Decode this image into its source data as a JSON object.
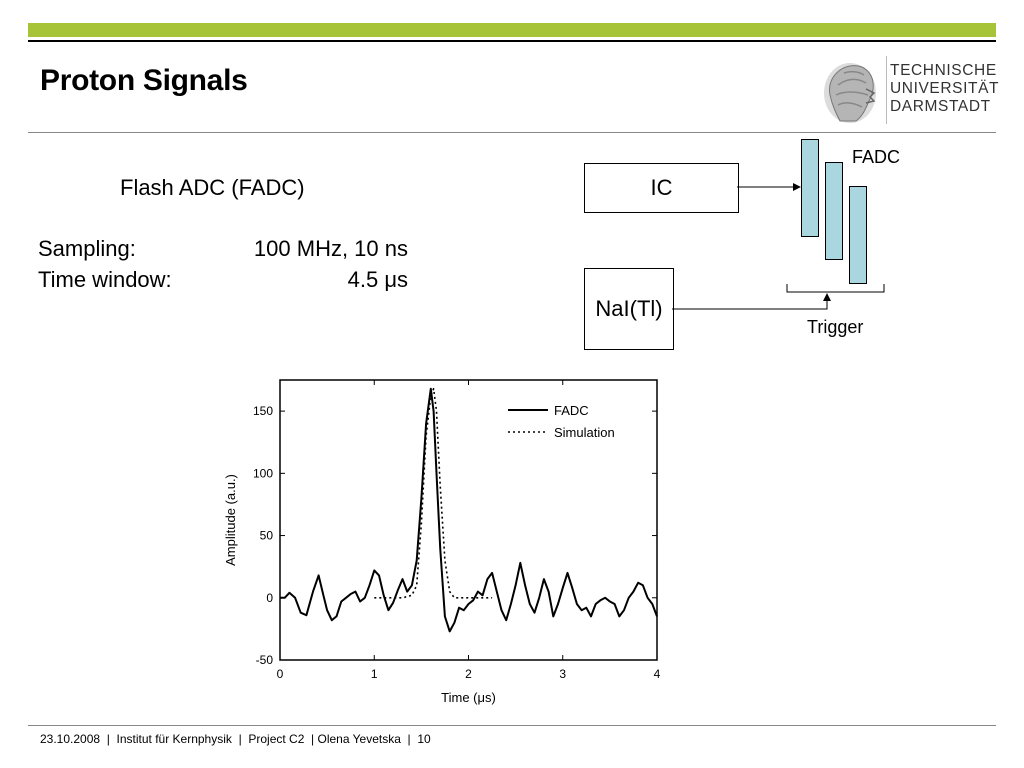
{
  "slide": {
    "title": "Proton Signals",
    "footer": "23.10.2008  |  Institut für Kernphysik  |  Project C2  | Olena Yevetska  |  10"
  },
  "logo": {
    "lines": [
      "TECHNISCHE",
      "UNIVERSITÄT",
      "DARMSTADT"
    ]
  },
  "specs": {
    "heading": "Flash ADC (FADC)",
    "sampling_label": "Sampling:",
    "sampling_value": "100 MHz,  10 ns",
    "window_label": "Time window:",
    "window_value": "4.5 μs"
  },
  "diagram": {
    "ic_label": "IC",
    "nai_label": "NaI(Tl)",
    "fadc_label": "FADC",
    "trigger_label": "Trigger"
  },
  "chart_data": {
    "type": "line",
    "xlabel": "Time (μs)",
    "ylabel": "Amplitude (a.u.)",
    "xlim": [
      0,
      4
    ],
    "ylim": [
      -50,
      175
    ],
    "xticks": [
      0,
      1,
      2,
      3,
      4
    ],
    "yticks": [
      -50,
      0,
      50,
      100,
      150
    ],
    "legend": "top-right",
    "series": [
      {
        "name": "FADC",
        "style": "solid",
        "x": [
          0,
          0.05,
          0.1,
          0.16,
          0.22,
          0.28,
          0.35,
          0.41,
          0.46,
          0.5,
          0.55,
          0.6,
          0.65,
          0.7,
          0.75,
          0.8,
          0.85,
          0.9,
          0.95,
          1.0,
          1.05,
          1.1,
          1.15,
          1.2,
          1.25,
          1.3,
          1.35,
          1.4,
          1.45,
          1.5,
          1.55,
          1.6,
          1.63,
          1.66,
          1.7,
          1.75,
          1.8,
          1.85,
          1.9,
          1.95,
          2.0,
          2.05,
          2.1,
          2.15,
          2.2,
          2.25,
          2.3,
          2.35,
          2.4,
          2.45,
          2.5,
          2.55,
          2.6,
          2.65,
          2.7,
          2.75,
          2.8,
          2.85,
          2.9,
          2.95,
          3.0,
          3.05,
          3.1,
          3.15,
          3.2,
          3.25,
          3.3,
          3.35,
          3.4,
          3.45,
          3.5,
          3.55,
          3.6,
          3.65,
          3.7,
          3.75,
          3.8,
          3.85,
          3.9,
          3.95,
          4.0
        ],
        "y": [
          0,
          0,
          4,
          0,
          -12,
          -14,
          5,
          18,
          2,
          -10,
          -18,
          -15,
          -3,
          0,
          3,
          5,
          -3,
          0,
          10,
          22,
          18,
          2,
          -10,
          -4,
          6,
          15,
          5,
          10,
          30,
          80,
          140,
          168,
          150,
          100,
          40,
          -15,
          -27,
          -20,
          -8,
          -10,
          -5,
          -2,
          5,
          2,
          15,
          20,
          5,
          -10,
          -18,
          -5,
          10,
          28,
          10,
          -5,
          -12,
          0,
          15,
          5,
          -15,
          -5,
          8,
          20,
          8,
          -5,
          -10,
          -8,
          -15,
          -5,
          -2,
          0,
          -3,
          -5,
          -15,
          -10,
          0,
          5,
          12,
          10,
          0,
          -5,
          -15
        ]
      },
      {
        "name": "Simulation",
        "style": "dotted",
        "x": [
          1.0,
          1.1,
          1.2,
          1.3,
          1.4,
          1.45,
          1.5,
          1.55,
          1.6,
          1.63,
          1.66,
          1.7,
          1.75,
          1.8,
          1.85,
          1.9,
          2.0,
          2.1,
          2.2,
          2.25
        ],
        "y": [
          0,
          0,
          0,
          0,
          2,
          10,
          60,
          130,
          162,
          168,
          150,
          90,
          30,
          5,
          0,
          0,
          0,
          0,
          0,
          0
        ]
      }
    ]
  }
}
